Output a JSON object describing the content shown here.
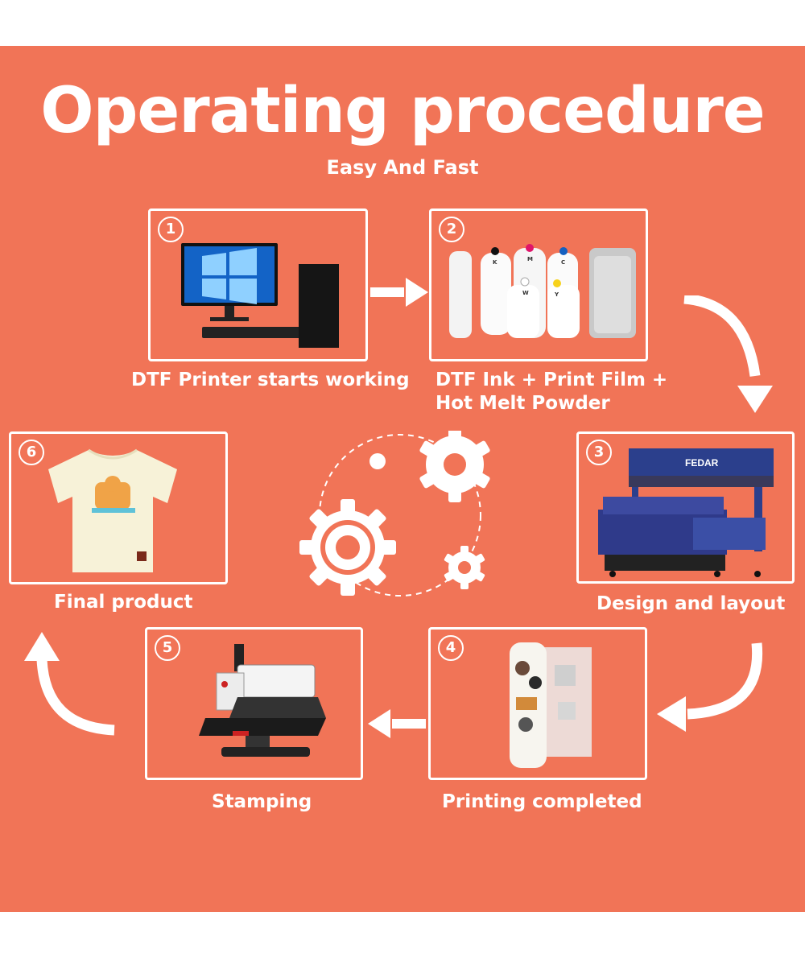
{
  "header": {
    "title": "Operating procedure",
    "subtitle": "Easy And Fast"
  },
  "steps": [
    {
      "number": "1",
      "label": "DTF Printer starts working",
      "icon": "computer-icon"
    },
    {
      "number": "2",
      "label_line1": "DTF Ink + Print Film +",
      "label_line2": "Hot Melt Powder",
      "icon": "ink-film-powder-icon"
    },
    {
      "number": "3",
      "label": "Design and layout",
      "icon": "dtf-printer-icon",
      "brand": "FEDAR"
    },
    {
      "number": "4",
      "label": "Printing completed",
      "icon": "printed-film-roll-icon"
    },
    {
      "number": "5",
      "label": "Stamping",
      "icon": "heat-press-icon"
    },
    {
      "number": "6",
      "label": "Final product",
      "icon": "tshirt-icon"
    }
  ],
  "ink_labels": [
    "K",
    "M",
    "C",
    "Y",
    "W"
  ],
  "colors": {
    "background": "#f17457",
    "foreground": "#ffffff"
  }
}
